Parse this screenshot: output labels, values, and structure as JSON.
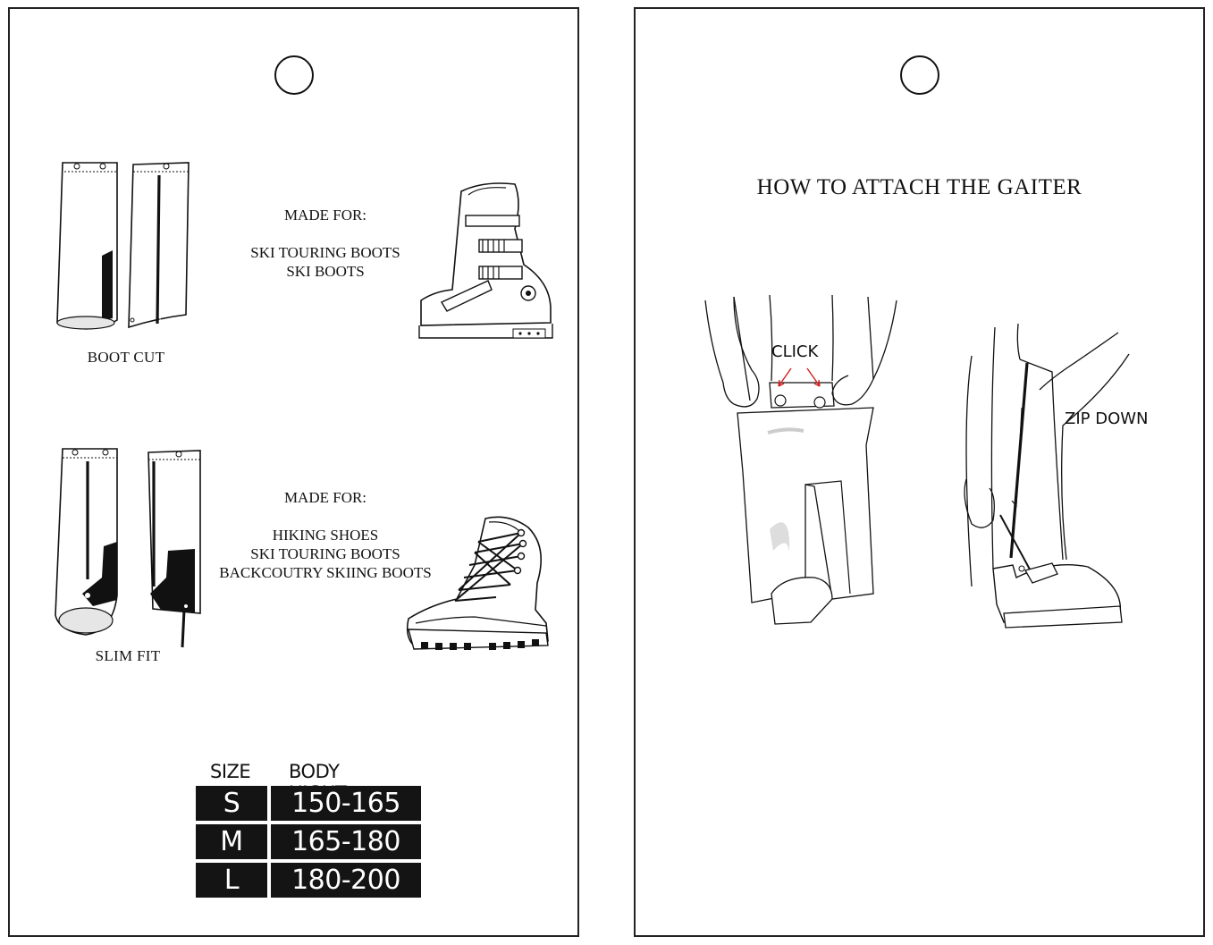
{
  "left_card": {
    "boot_cut_label": "BOOT CUT",
    "slim_fit_label": "SLIM FIT",
    "boot_cut_made_for": {
      "heading": "MADE FOR:",
      "items": [
        "SKI TOURING BOOTS",
        "SKI BOOTS"
      ]
    },
    "slim_fit_made_for": {
      "heading": "MADE FOR:",
      "items": [
        "HIKING SHOES",
        "SKI TOURING BOOTS",
        "BACKCOUTRY SKIING BOOTS"
      ]
    },
    "size_table": {
      "headers": [
        "SIZE",
        "BODY HIGHT"
      ],
      "rows": [
        {
          "size": "S",
          "range": "150-165"
        },
        {
          "size": "M",
          "range": "165-180"
        },
        {
          "size": "L",
          "range": "180-200"
        }
      ]
    }
  },
  "right_card": {
    "title": "HOW TO ATTACH THE GAITER",
    "click_label": "CLICK",
    "zip_label": "ZIP DOWN"
  },
  "colors": {
    "ink": "#111111",
    "table_fill": "#141414",
    "accent_arrow": "#d21f1f"
  }
}
